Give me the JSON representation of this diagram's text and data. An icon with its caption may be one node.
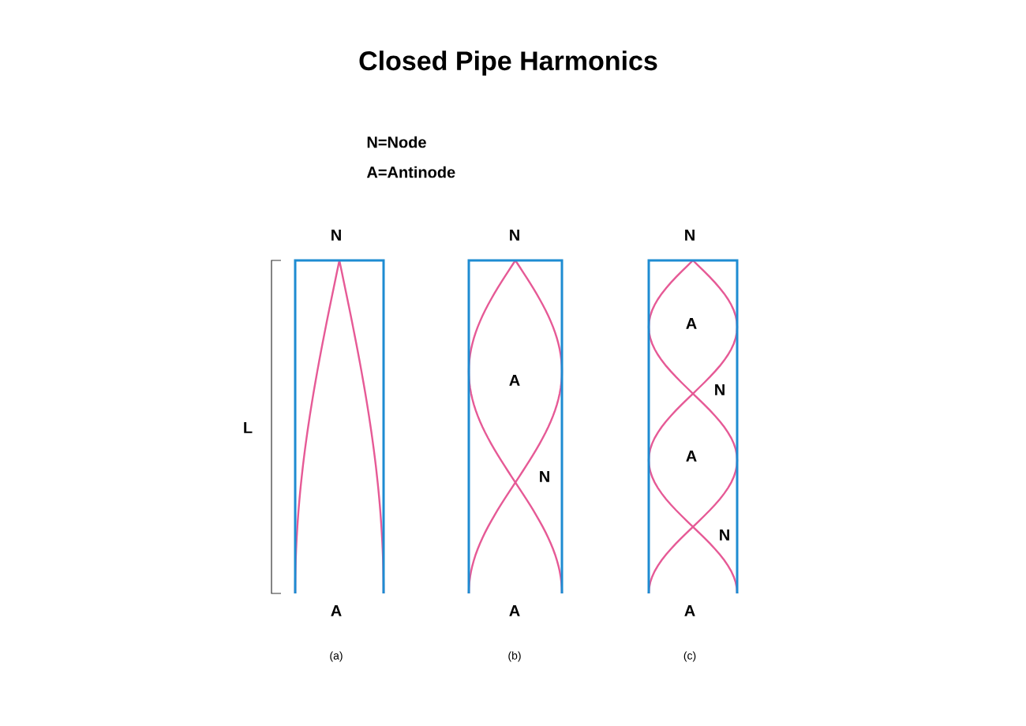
{
  "diagram": {
    "title": "Closed Pipe Harmonics",
    "nodes": [
      {
        "text": [],
        "shape": "box"
      },
      {
        "text": [
          "A",
          "N"
        ]
      },
      {
        "text": [
          "A",
          "N",
          "A",
          "N"
        ]
      }
    ],
    "labels": [
      "N=Node",
      "A=Antinode",
      "N",
      "N",
      "N",
      "L",
      "A",
      "A",
      "A",
      "(a)",
      "(b)",
      "(c)"
    ]
  }
}
